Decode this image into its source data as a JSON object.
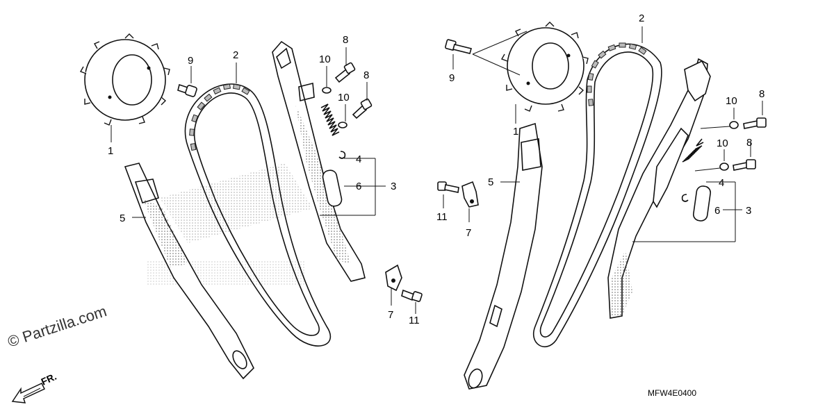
{
  "diagram": {
    "watermark": "© Partzilla.com",
    "code": "MFW4E0400",
    "front_label": "FR.",
    "callouts": {
      "left_1": "1",
      "left_2": "2",
      "left_3": "3",
      "left_4": "4",
      "left_5": "5",
      "left_6": "6",
      "left_7": "7",
      "left_8a": "8",
      "left_8b": "8",
      "left_9": "9",
      "left_10a": "10",
      "left_10b": "10",
      "left_11": "11",
      "right_1": "1",
      "right_2": "2",
      "right_3": "3",
      "right_4": "4",
      "right_5": "5",
      "right_6": "6",
      "right_7": "7",
      "right_8a": "8",
      "right_8b": "8",
      "right_9": "9",
      "right_10a": "10",
      "right_10b": "10",
      "right_11": "11"
    },
    "icons": [
      "sprocket",
      "cam-chain",
      "chain-guide",
      "chain-tensioner",
      "bolt",
      "washer",
      "spring",
      "pin",
      "clip",
      "front-arrow"
    ]
  }
}
